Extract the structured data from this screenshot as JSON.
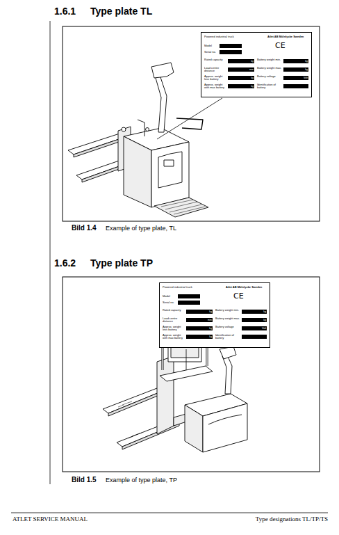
{
  "diagram": {
    "nodes": [
      {
        "text": [
          "Powered industrial truck",
          "Atlet AB Mölnlycke Sweden",
          "CE",
          "Model",
          "Serial no.",
          "Rated capacity",
          "kg",
          "Load centre distance",
          "mm",
          "Approx. weight less battery",
          "kg",
          "Approx. weight with max battery",
          "kg",
          "Battery weight min.",
          "kg",
          "Battery weight max.",
          "kg",
          "Battery voltage",
          "Volt",
          "Identification of battery"
        ]
      },
      {
        "text": [
          "Powered industrial truck",
          "Atlet AB Mölnlycke Sweden",
          "CE",
          "Model",
          "Serial no.",
          "Rated capacity",
          "kg",
          "Load centre distance",
          "mm",
          "Approx. weight less battery",
          "kg",
          "Approx. weight with max battery",
          "kg",
          "Battery weight min.",
          "kg",
          "Battery weight max.",
          "kg",
          "Battery voltage",
          "Volt",
          "Identification of battery"
        ]
      }
    ],
    "labels": [
      "1.6.1",
      "Type plate TL",
      "Bild 1.4",
      "Example of type plate, TL",
      "1.6.2",
      "Type plate TP",
      "Bild 1.5",
      "Example of type plate, TP",
      "ATLET SERVICE MANUAL",
      "Type designations TL/TP/TS"
    ]
  }
}
